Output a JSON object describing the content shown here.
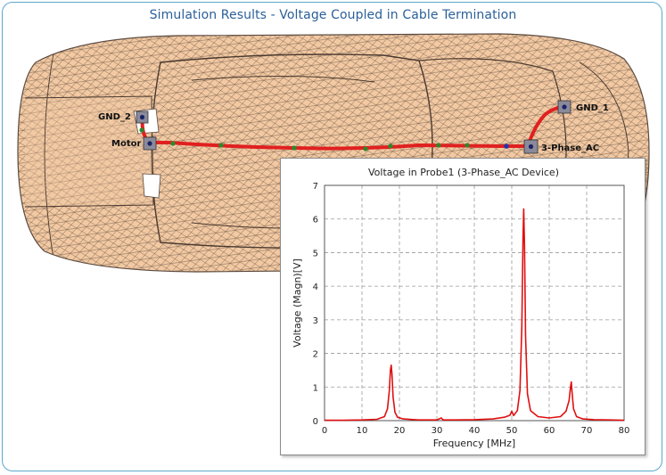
{
  "page": {
    "title": "Simulation Results - Voltage Coupled in Cable Termination"
  },
  "scene": {
    "labels": {
      "gnd2": "GND_2",
      "motor": "Motor",
      "gnd1": "GND_1",
      "three_phase": "3-Phase_AC"
    },
    "colors": {
      "car_fill": "#f2c9a2",
      "car_mesh": "#5a4a40",
      "cable": "#e02020",
      "cable_node": "#2a8a2a",
      "device": "#8a8a9a"
    }
  },
  "chart_data": {
    "type": "line",
    "title": "Voltage in Probe1 (3-Phase_AC Device)",
    "xlabel": "Frequency [MHz]",
    "ylabel": "Voltage (Magn)[V]",
    "xlim": [
      0,
      80
    ],
    "ylim": [
      0,
      7
    ],
    "xticks": [
      0,
      10,
      20,
      30,
      40,
      50,
      60,
      70,
      80
    ],
    "yticks": [
      0,
      1,
      2,
      3,
      4,
      5,
      6,
      7
    ],
    "grid": true,
    "line_color": "#e01010",
    "series": [
      {
        "x": [
          0,
          5,
          10,
          14,
          16,
          16.8,
          17.3,
          17.6,
          17.8,
          18.0,
          18.3,
          18.8,
          19.5,
          21,
          25,
          30,
          31.2,
          31.6,
          32,
          35,
          40,
          45,
          48,
          49.5,
          50,
          50.5,
          51.5,
          52.2,
          52.7,
          53.0,
          53.2,
          53.4,
          53.7,
          54.2,
          55,
          57,
          60,
          63,
          64.5,
          65.3,
          65.7,
          65.9,
          66.1,
          66.5,
          67.3,
          69,
          72,
          76,
          80
        ],
        "y": [
          0.01,
          0.01,
          0.02,
          0.04,
          0.12,
          0.35,
          0.9,
          1.5,
          1.65,
          1.4,
          0.7,
          0.25,
          0.1,
          0.05,
          0.02,
          0.02,
          0.08,
          0.03,
          0.02,
          0.02,
          0.03,
          0.05,
          0.1,
          0.16,
          0.28,
          0.15,
          0.3,
          0.9,
          2.8,
          5.4,
          6.3,
          5.2,
          2.5,
          0.8,
          0.3,
          0.12,
          0.08,
          0.12,
          0.28,
          0.6,
          1.0,
          1.15,
          0.85,
          0.35,
          0.12,
          0.05,
          0.03,
          0.02,
          0.01
        ]
      }
    ]
  }
}
